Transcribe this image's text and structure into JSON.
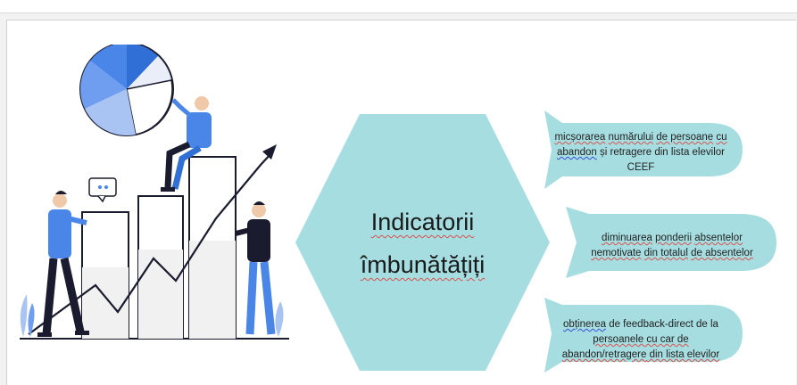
{
  "diagram": {
    "center_title_line1": "Indicatorii",
    "center_title_line2": "îmbunătățiți",
    "indicators": [
      {
        "line1_parts": [
          "micșorarea",
          " ",
          "numărului",
          " ",
          "de persoane",
          " ",
          "cu"
        ],
        "line2_parts": [
          "abandon",
          " și retragere  din lista elevilor"
        ],
        "line3": "CEEF"
      },
      {
        "line1_parts": [
          "diminuarea",
          " ",
          "ponderii",
          " ",
          "absentelor"
        ],
        "line2_parts": [
          "nemotivate",
          " ",
          "din totalul",
          " ",
          "de absentelor"
        ]
      },
      {
        "line1_parts": [
          "obținerea",
          " de feedback-direct  de la"
        ],
        "line2_parts": [
          "persoanele",
          "  cu car de"
        ],
        "line3_parts": [
          "abandon/retragere",
          "  din lista elevilor"
        ]
      }
    ],
    "colors": {
      "hexagon": "#a6dde0",
      "callout": "#a6dde0",
      "illustration_blue": "#4a86e8",
      "illustration_dark": "#1b1b2f"
    }
  }
}
